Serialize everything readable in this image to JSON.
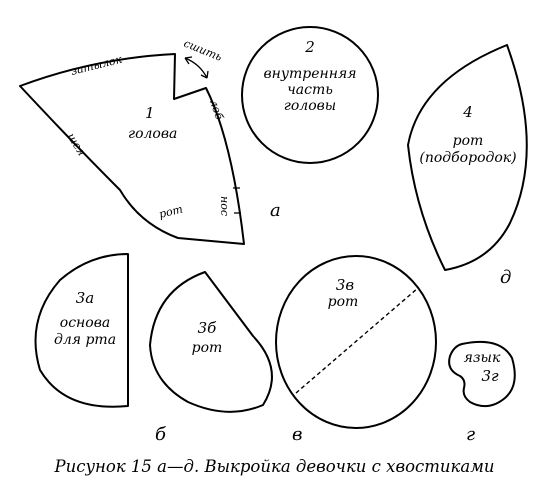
{
  "pieces": {
    "head": {
      "number": "1",
      "name": "голова",
      "nape": "затылок",
      "forehead": "лоб",
      "neck": "шея",
      "mouth": "рот",
      "nose": "нос",
      "stitch": "сшить"
    },
    "inner_head": {
      "number": "2",
      "line1": "внутренняя",
      "line2": "часть",
      "line3": "головы"
    },
    "mouth_chin": {
      "number": "4",
      "line1": "рот",
      "line2": "(подбородок)"
    },
    "mouth_base": {
      "number": "3а",
      "line1": "основа",
      "line2": "для рта"
    },
    "mouth_b": {
      "number": "3б",
      "line1": "рот"
    },
    "mouth_v": {
      "number": "3в",
      "line1": "рот"
    },
    "tongue": {
      "line1": "язык",
      "number": "3г"
    }
  },
  "letters": {
    "a": "а",
    "b": "б",
    "v": "в",
    "g": "г",
    "d": "д"
  },
  "caption": "Рисунок 15 а—д. Выкройка девочки с хвостиками"
}
